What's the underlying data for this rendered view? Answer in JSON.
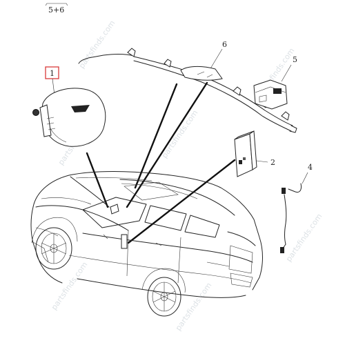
{
  "kit_label": "5+6",
  "callouts": {
    "c1": "1",
    "c2": "2",
    "c4": "4",
    "c5": "5",
    "c6": "6"
  },
  "watermark": "partsfinds.com",
  "colors": {
    "line": "#222222",
    "highlight_box": "#d83a3a",
    "watermark": "#9aa8b4"
  }
}
